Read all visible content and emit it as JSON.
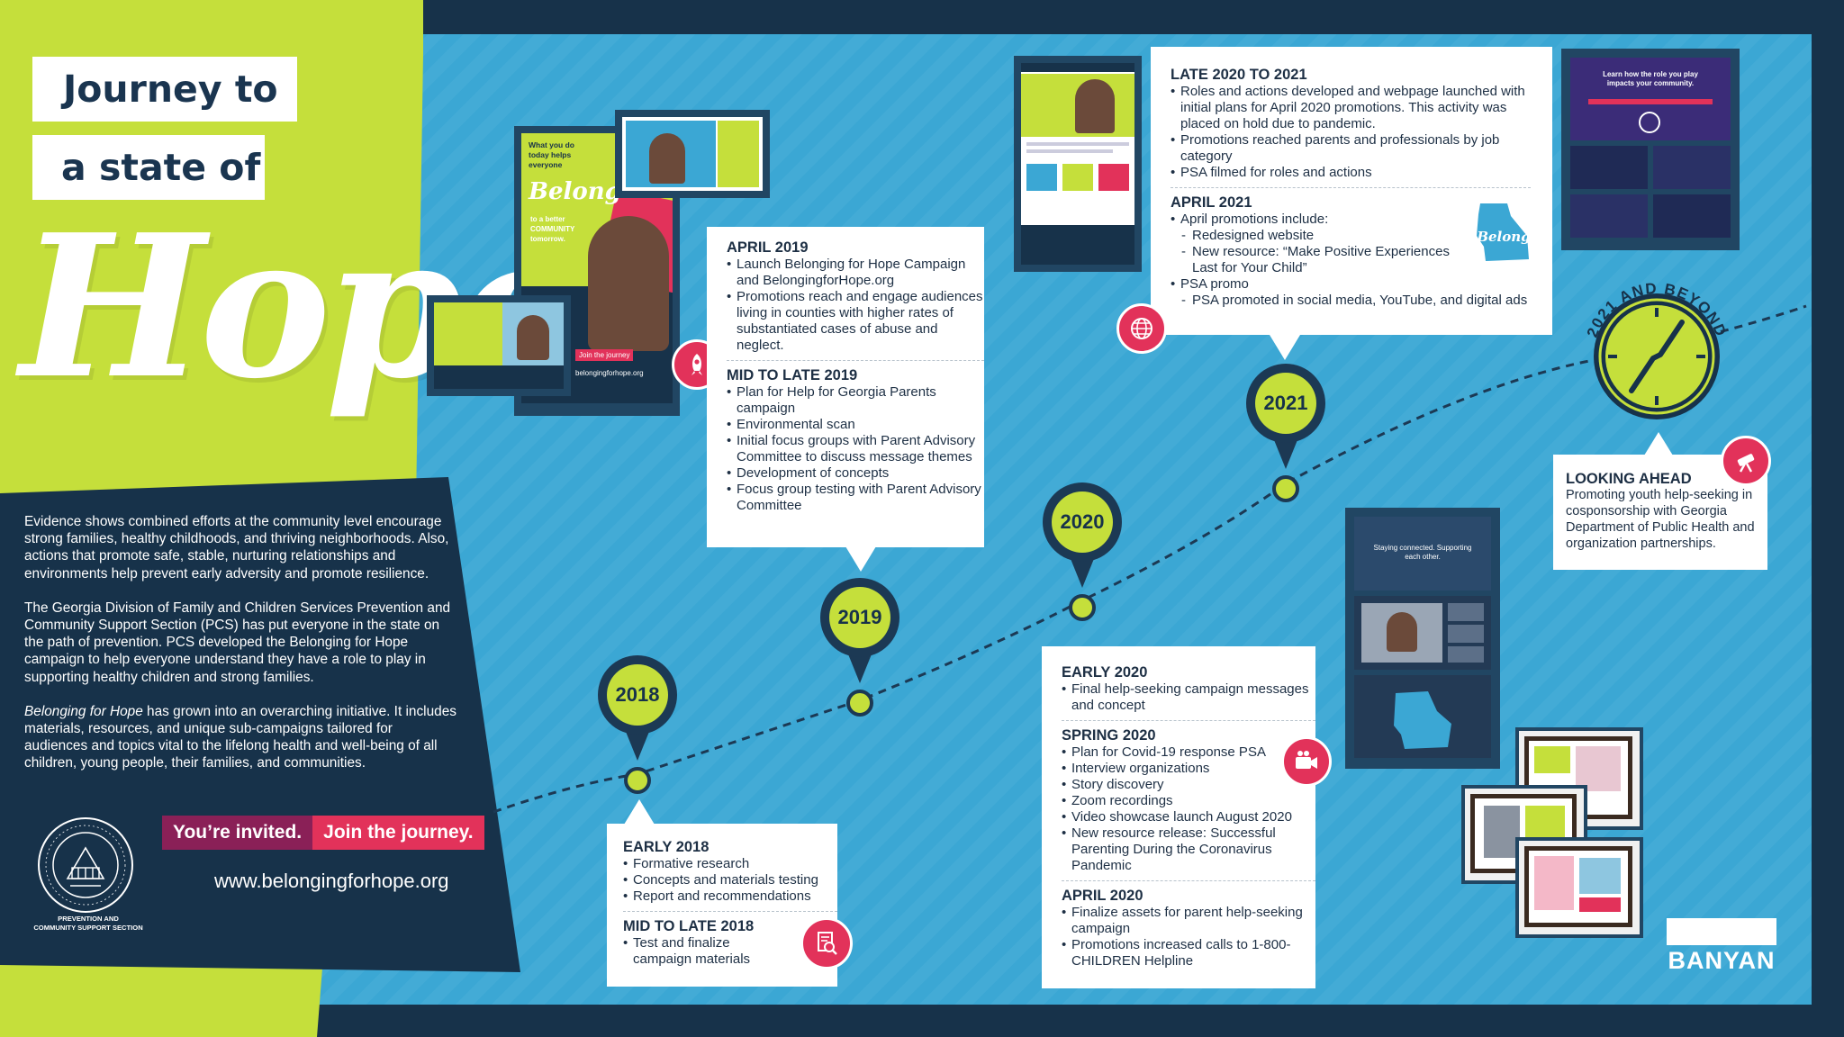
{
  "title": {
    "line1": "Journey to",
    "line2": "a state of",
    "hope": "Hope"
  },
  "intro": {
    "p1": "Evidence shows combined efforts at the community level encourage strong families, healthy childhoods, and thriving neighborhoods. Also, actions that promote safe, stable, nurturing relationships and environments help prevent early adversity and promote resilience.",
    "p2": "The Georgia Division of Family and Children Services Prevention and Community Support Section (PCS) has put everyone in the state on the path of prevention. PCS developed the Belonging for Hope campaign to help everyone understand they have a role to play in supporting healthy children and strong families.",
    "p3_italic": "Belonging for Hope",
    "p3_rest": " has grown into an overarching initiative. It includes materials, resources, and unique sub-campaigns tailored for audiences and topics vital to the lifelong health and well-being of all children, young people, their families, and communities."
  },
  "invite": {
    "left": "You’re invited.",
    "right": "Join the journey."
  },
  "url": "www.belongingforhope.org",
  "seal": {
    "label_line1": "PREVENTION AND",
    "label_line2": "COMMUNITY SUPPORT SECTION"
  },
  "brand": "BANYAN",
  "colors": {
    "lime": "#c5df3b",
    "navy": "#17324a",
    "blue": "#3ba7d4",
    "pink": "#e2325a"
  },
  "pins": [
    "2018",
    "2019",
    "2020",
    "2021"
  ],
  "beyond": "2021 AND BEYOND",
  "cards": {
    "c2018": {
      "h1": "EARLY 2018",
      "l1": [
        "Formative research",
        "Concepts and materials testing",
        "Report and recommendations"
      ],
      "h2": "MID TO LATE 2018",
      "l2": [
        "Test and finalize campaign materials"
      ]
    },
    "c2019": {
      "h1": "APRIL 2019",
      "l1": [
        "Launch Belonging for Hope Campaign and BelongingforHope.org",
        "Promotions reach and engage audiences living in counties with higher rates of substantiated cases of abuse and neglect."
      ],
      "h2": "MID TO LATE 2019",
      "l2": [
        "Plan for Help for Georgia Parents campaign",
        "Environmental scan",
        "Initial focus groups with Parent Advisory Committee to discuss message themes",
        "Development of concepts",
        "Focus group testing with Parent Advisory Committee"
      ]
    },
    "c2020": {
      "h1": "EARLY 2020",
      "l1": [
        "Final help-seeking campaign messages and concept"
      ],
      "h2": "SPRING 2020",
      "l2": [
        "Plan for Covid-19 response PSA",
        "Interview organizations",
        "Story discovery",
        "Zoom recordings",
        "Video showcase launch August 2020",
        "New resource release: Successful Parenting During the Coronavirus Pandemic"
      ],
      "h3": "APRIL 2020",
      "l3": [
        "Finalize assets for parent help-seeking campaign",
        "Promotions increased calls to 1-800-CHILDREN Helpline"
      ]
    },
    "c2021": {
      "h1": "LATE 2020 TO 2021",
      "l1": [
        "Roles and actions developed and webpage launched with initial plans for April 2020 promotions. This activity was placed on hold due to pandemic.",
        "Promotions reached parents and professionals by job category",
        "PSA filmed for roles and actions"
      ],
      "h2": "APRIL 2021",
      "a1": "April promotions include:",
      "a1_sub": [
        "Redesigned website",
        "New resource: “Make Positive Experiences Last for Your Child”"
      ],
      "a2": "PSA promo",
      "a2_sub": [
        "PSA promoted in social media, YouTube, and digital ads"
      ]
    },
    "ahead": {
      "h1": "LOOKING AHEAD",
      "text": "Promoting youth help-seeking in cosponsorship with Georgia Department of Public Health and organization partnerships."
    }
  },
  "media": {
    "poster_tag1": "What you do today helps everyone",
    "poster_belong": "Belong",
    "poster_tag2": "to a better COMMUNITY tomorrow.",
    "poster_url": "belongingforhope.org",
    "poster_cta": "Join the journey",
    "map_badge": "Belong",
    "video_title": "Learn how the role you play impacts your community.",
    "zoom_caption": "Staying connected. Supporting each other."
  },
  "icons": [
    "rocket-icon",
    "document-search-icon",
    "globe-icon",
    "video-camera-icon",
    "telescope-icon",
    "compass-icon"
  ]
}
